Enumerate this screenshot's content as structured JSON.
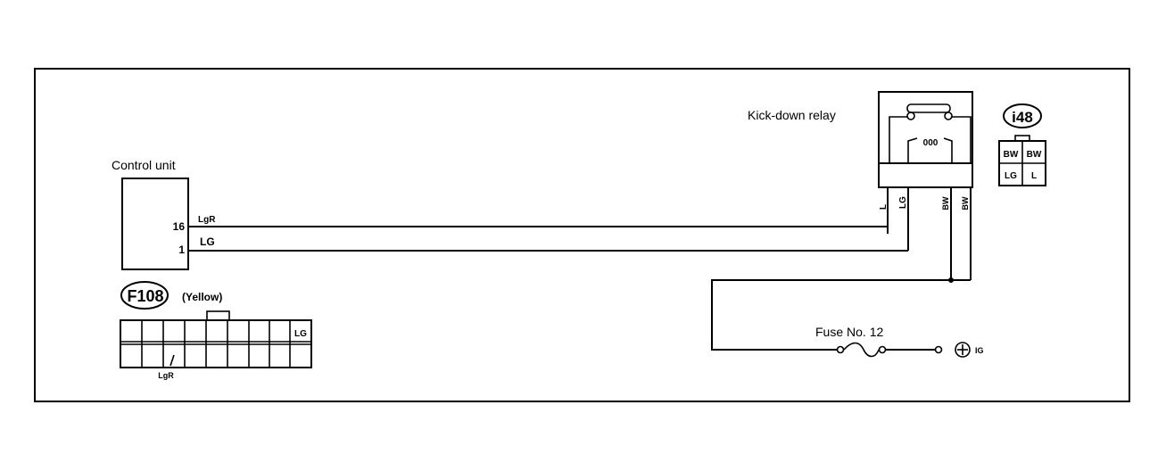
{
  "diagram": {
    "type": "wiring-diagram",
    "colors": {
      "line": "#000000",
      "background": "#ffffff"
    },
    "control_unit": {
      "title": "Control unit",
      "pins": [
        {
          "number": "16",
          "wire": "LgR"
        },
        {
          "number": "1",
          "wire": "LG"
        }
      ]
    },
    "connector_f108": {
      "id": "F108",
      "color_note": "(Yellow)",
      "top_row_label": "LG",
      "bottom_row_label": "LgR",
      "cells_per_row": 9
    },
    "relay": {
      "title": "Kick-down relay",
      "coil_symbol": "000",
      "terminals": [
        "L",
        "LG",
        "BW",
        "BW"
      ]
    },
    "connector_i48": {
      "id": "i48",
      "cells": [
        "BW",
        "BW",
        "LG",
        "L"
      ]
    },
    "fuse": {
      "label": "Fuse No. 12",
      "power_symbol": "⊕",
      "power_label": "IG"
    }
  }
}
